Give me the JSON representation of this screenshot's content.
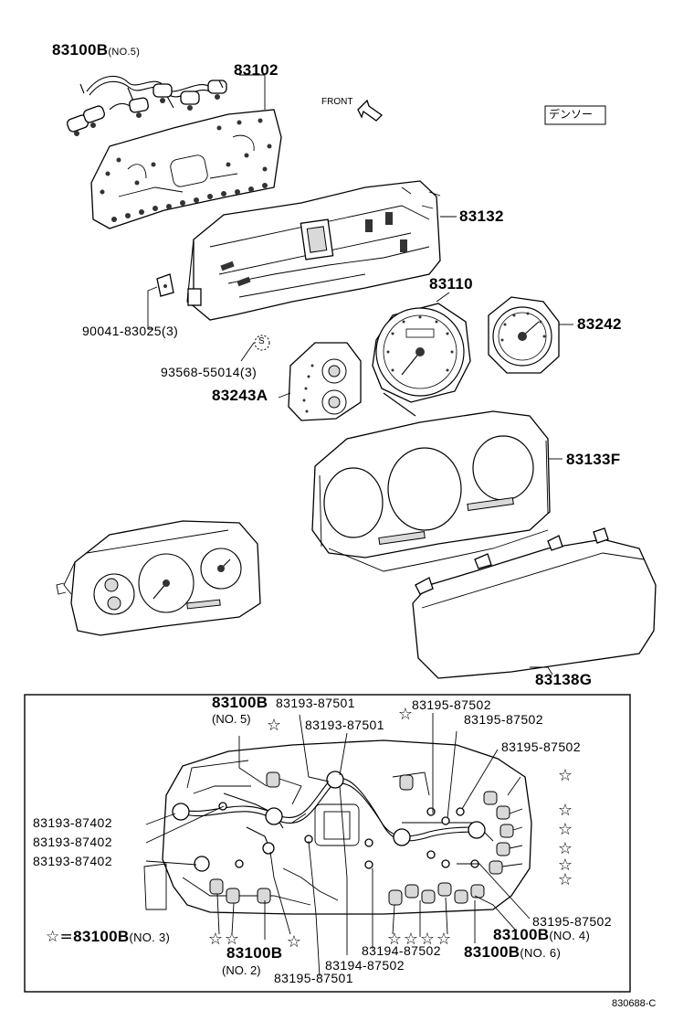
{
  "labels": {
    "p83100B_top": "83100B",
    "p83100B_top_sub": "(NO.5)",
    "p83102": "83102",
    "front": "FRONT",
    "maker": "デンソー",
    "p83132": "83132",
    "p83110": "83110",
    "p83242": "83242",
    "p90041": "90041-83025(3)",
    "s_mark": "S",
    "p93568": "93568-55014(3)",
    "p83243A": "83243A",
    "p83133F": "83133F",
    "p83138G": "83138G"
  },
  "inset": {
    "l_83100B_no5": "83100B",
    "l_no5": "(NO. 5)",
    "l_83193_87501_a": "83193-87501",
    "l_83195_87502_a": "83195-87502",
    "l_83193_87501_b": "83193-87501",
    "l_83195_87502_b": "83195-87502",
    "l_83195_87502_c": "83195-87502",
    "l_83193_87402_a": "83193-87402",
    "l_83193_87402_b": "83193-87402",
    "l_83193_87402_c": "83193-87402",
    "l_83195_87502_d": "83195-87502",
    "legend_star": "☆=",
    "legend_part": "83100B",
    "legend_sub": "(NO. 3)",
    "l_83100B_no4": "83100B",
    "l_no4": "(NO. 4)",
    "l_83100B_no2": "83100B",
    "l_no2": "(NO. 2)",
    "l_83194_87502_a": "83194-87502",
    "l_83194_87502_b": "83194-87502",
    "l_83100B_no6": "83100B",
    "l_no6": "(NO. 6)",
    "l_83195_87501": "83195-87501"
  },
  "catalog_code": "830688-C"
}
